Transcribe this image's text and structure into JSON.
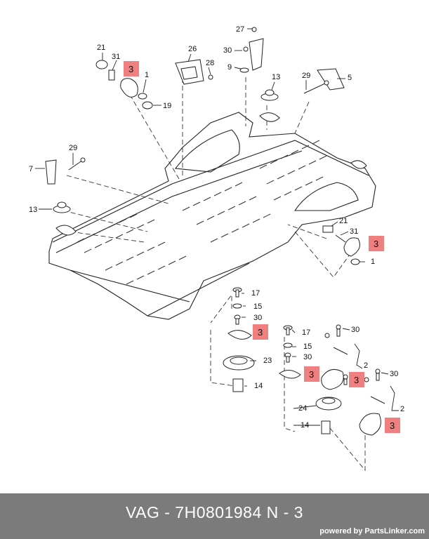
{
  "diagram": {
    "callouts": {
      "c21a": "21",
      "c31a": "31",
      "c3a": "3",
      "c1a": "1",
      "c19": "19",
      "c26": "26",
      "c28": "28",
      "c27": "27",
      "c30a": "30",
      "c9": "9",
      "c13a": "13",
      "c29a": "29",
      "c5": "5",
      "c29b": "29",
      "c7": "7",
      "c13b": "13",
      "c21b": "21",
      "c31b": "31",
      "c3b": "3",
      "c1b": "1",
      "c17a": "17",
      "c15a": "15",
      "c30b": "30",
      "c3c": "3",
      "c23": "23",
      "c14a": "14",
      "c30c": "30",
      "c17b": "17",
      "c15b": "15",
      "c30d": "30",
      "c3d": "3",
      "c2a": "2",
      "c3e": "3",
      "c30e": "30",
      "c24": "24",
      "c14b": "14",
      "c2b": "2",
      "c3f": "3"
    },
    "highlight_color": "#f08080"
  },
  "footer": {
    "part_reference": "VAG - 7H0801984      N - 3",
    "credit": "powered by PartsLinker.com",
    "background_color": "#7b7b7b"
  }
}
